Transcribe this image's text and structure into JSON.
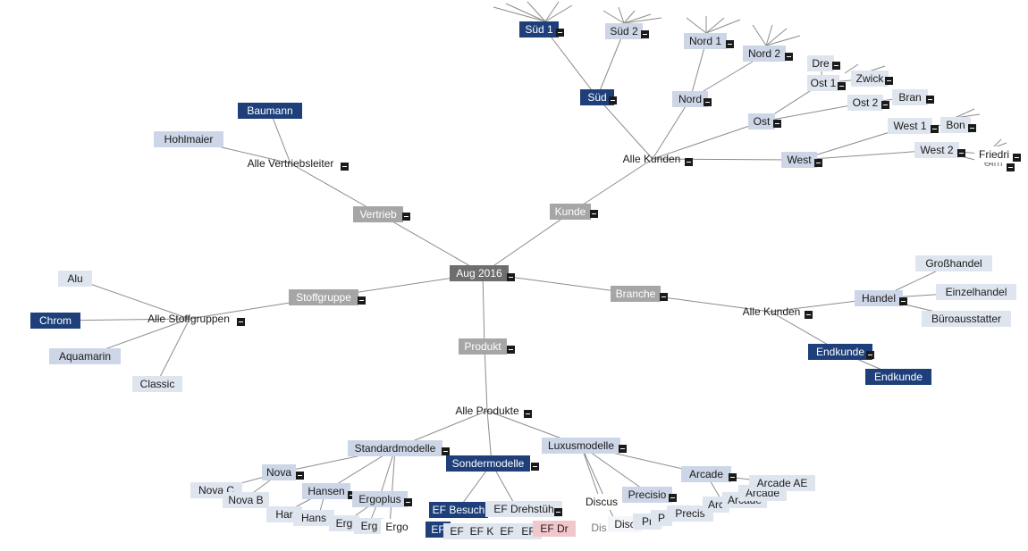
{
  "nodes": {
    "root": "Aug 2016",
    "dim_kunde": "Kunde",
    "dim_vertrieb": "Vertrieb",
    "dim_stoffgruppe": "Stoffgruppe",
    "dim_branche": "Branche",
    "dim_produkt": "Produkt",
    "alle_kunden": "Alle Kunden",
    "sued": "Süd",
    "sued1": "Süd 1",
    "sued2": "Süd 2",
    "nord": "Nord",
    "nord1": "Nord 1",
    "nord2": "Nord 2",
    "ost": "Ost",
    "ost1": "Ost 1",
    "ost2": "Ost 2",
    "dre": "Dre",
    "zwick": "Zwick",
    "bran": "Bran",
    "west": "West",
    "west1": "West 1",
    "west2": "West 2",
    "bon": "Bon",
    "friedri": "Friedri",
    "ulm": "Ulm",
    "alle_vertriebsleiter": "Alle Vertriebsleiter",
    "baumann": "Baumann",
    "hohlmaier": "Hohlmaier",
    "alle_stoffgruppen": "Alle Stoffgruppen",
    "alu": "Alu",
    "chrom": "Chrom",
    "aquamarin": "Aquamarin",
    "classic": "Classic",
    "alle_kunden_branche": "Alle Kunden",
    "handel": "Handel",
    "grosshandel": "Großhandel",
    "einzelhandel": "Einzelhandel",
    "bueroausstatter": "Büroausstatter",
    "endkunde": "Endkunde",
    "endkunde2": "Endkunde",
    "alle_produkte": "Alle Produkte",
    "standardmodelle": "Standardmodelle",
    "sondermodelle": "Sondermodelle",
    "luxusmodelle": "Luxusmodelle",
    "nova": "Nova",
    "nova_c": "Nova C",
    "nova_b": "Nova B",
    "hansen": "Hansen",
    "har": "Har",
    "hans": "Hans",
    "ergoplus": "Ergoplus",
    "erg1": "Erg",
    "erg2": "Erg",
    "ergo": "Ergo",
    "ef_besuch": "EF Besuch",
    "ef_drehstueh": "EF Drehstüh",
    "ef_a": "EF",
    "ef_b": "EF",
    "ef_k": "EF K",
    "ef_c": "EF",
    "ef_d": "EF",
    "ef_dr": "EF Dr",
    "discus": "Discus",
    "dis": "Dis",
    "disc": "Disc",
    "precisio": "Precisio",
    "pr": "Pr",
    "p": "P",
    "precis": "Precis",
    "arcade": "Arcade",
    "arcade_ae": "Arcade AE",
    "arcade2": "Arcade",
    "arcade3": "Arcade",
    "arc": "Arc"
  },
  "colors": {
    "dark": "#1e3f7a",
    "light": "#cdd6e6",
    "grey": "#a6a6a6",
    "root": "#6e6e6e",
    "highlight": "#f2c7cc"
  }
}
